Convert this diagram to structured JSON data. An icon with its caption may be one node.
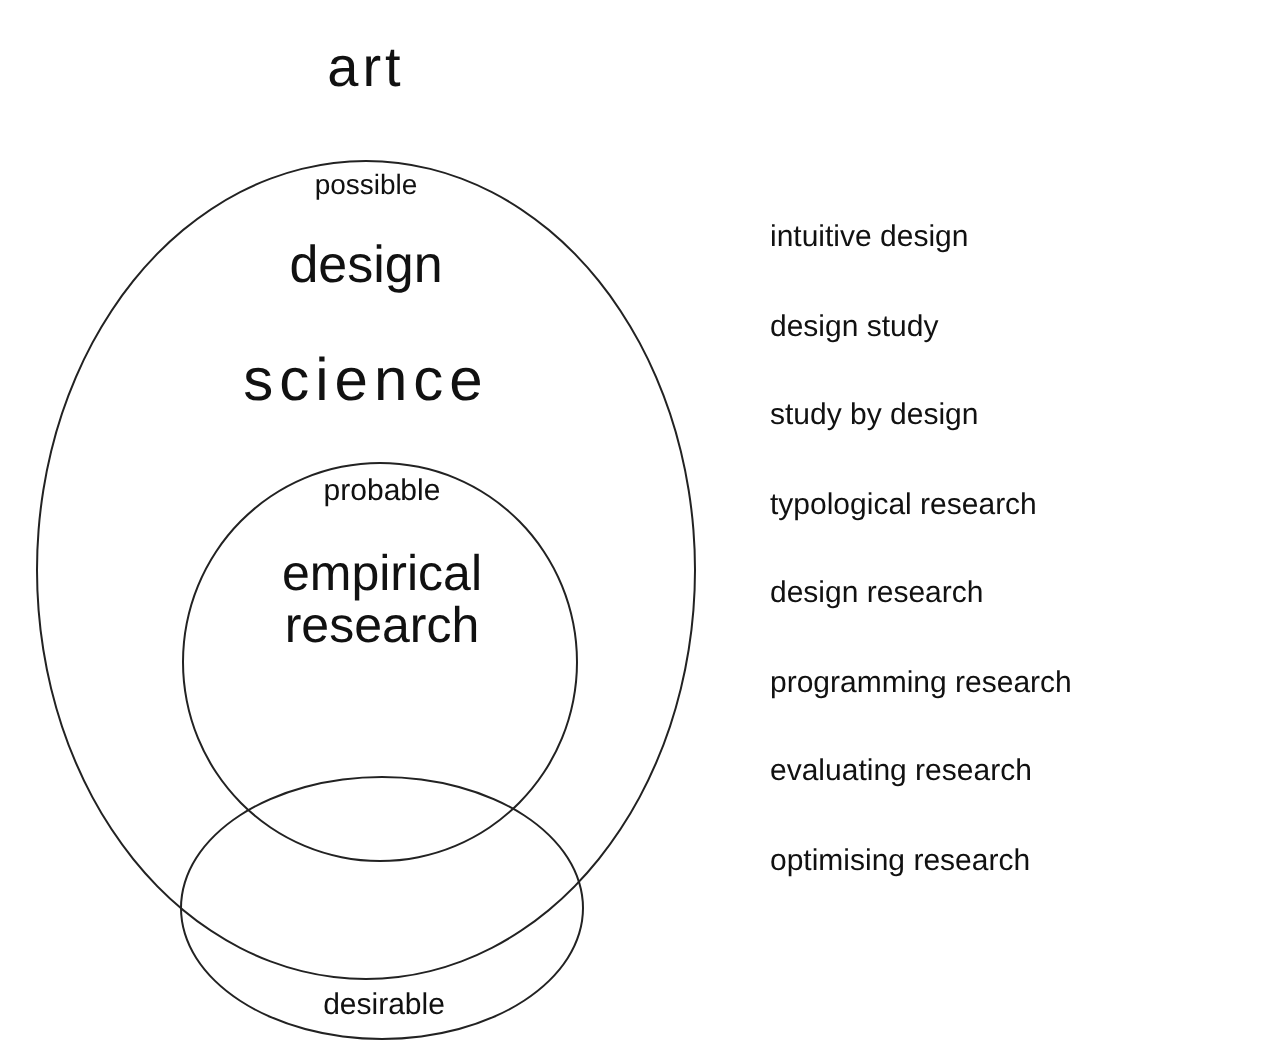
{
  "diagram": {
    "nodes": [
      {
        "text": [
          "art",
          "possible",
          "design",
          "science"
        ]
      },
      {
        "text": [
          "probable",
          "empirical research"
        ],
        "in": 0
      },
      {
        "text": [
          "desirable"
        ]
      }
    ],
    "labels": [
      "intuitive design",
      "design study",
      "study by design",
      "typological research",
      "design research",
      "programming research",
      "evaluating research",
      "optimising research"
    ]
  }
}
